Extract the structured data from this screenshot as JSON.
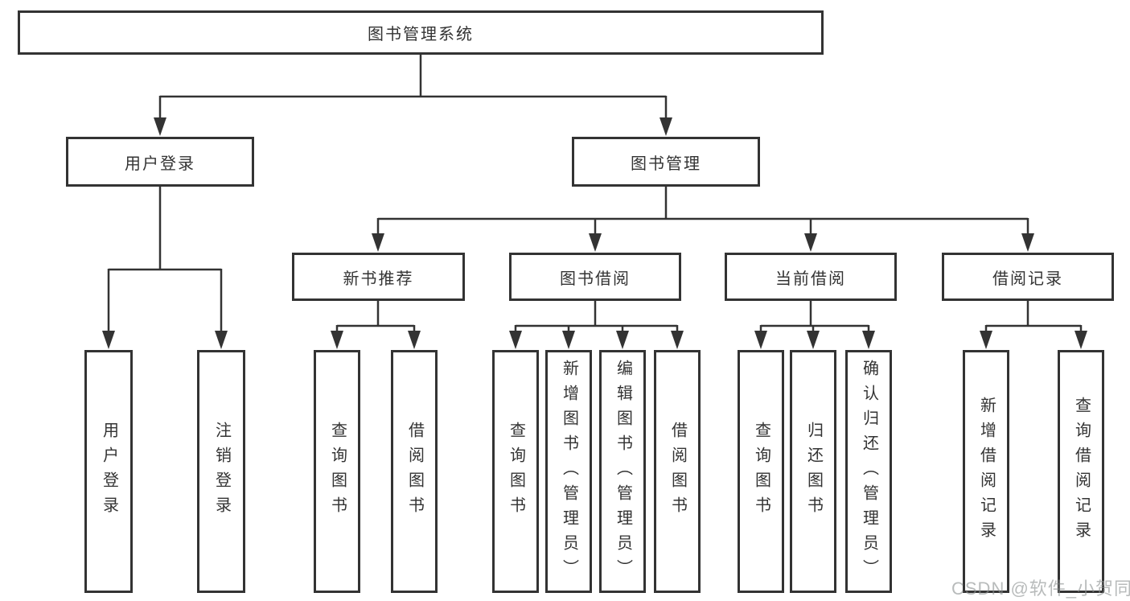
{
  "diagram": {
    "title": "图书管理系统",
    "type": "hierarchy-tree"
  },
  "tree": {
    "root": {
      "label": "图书管理系统"
    },
    "branches": [
      {
        "label": "用户登录",
        "children": [
          {
            "label": "用户登录"
          },
          {
            "label": "注销登录"
          }
        ]
      },
      {
        "label": "图书管理",
        "children": [
          {
            "label": "新书推荐",
            "children": [
              {
                "label": "查询图书"
              },
              {
                "label": "借阅图书"
              }
            ]
          },
          {
            "label": "图书借阅",
            "children": [
              {
                "label": "查询图书"
              },
              {
                "label": "新增图书（管理员）"
              },
              {
                "label": "编辑图书（管理员）"
              },
              {
                "label": "借阅图书"
              }
            ]
          },
          {
            "label": "当前借阅",
            "children": [
              {
                "label": "查询图书"
              },
              {
                "label": "归还图书"
              },
              {
                "label": "确认归还（管理员）"
              }
            ]
          },
          {
            "label": "借阅记录",
            "children": [
              {
                "label": "新增借阅记录"
              },
              {
                "label": "查询借阅记录"
              }
            ]
          }
        ]
      }
    ]
  },
  "watermark": {
    "text": "CSDN @软件_小贺同学"
  },
  "colors": {
    "line": "#333333",
    "box_border": "#333333",
    "box_fill": "#ffffff",
    "text": "#333333",
    "watermark": "#8c9191",
    "background": "#ffffff"
  }
}
